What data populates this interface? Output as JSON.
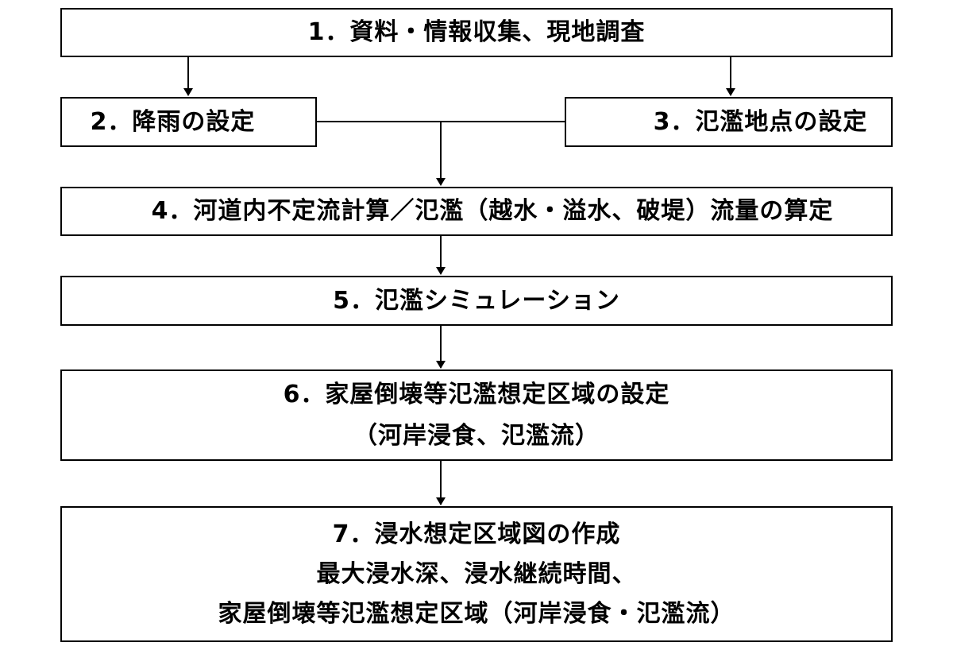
{
  "steps": [
    {
      "id": "1",
      "lines": [
        "1．資料・情報収集、現地調査"
      ]
    },
    {
      "id": "2",
      "lines": [
        "2．降雨の設定"
      ]
    },
    {
      "id": "3",
      "lines": [
        "3．氾濫地点の設定"
      ]
    },
    {
      "id": "4",
      "lines": [
        "4．河道内不定流計算／氾濫（越水・溢水、破堤）流量の算定"
      ]
    },
    {
      "id": "5",
      "lines": [
        "5．氾濫シミュレーション"
      ]
    },
    {
      "id": "6",
      "lines": [
        "6．家屋倒壊等氾濫想定区域の設定",
        "（河岸浸食、氾濫流）"
      ]
    },
    {
      "id": "7",
      "lines": [
        "7．浸水想定区域図の作成",
        "最大浸水深、浸水継続時間、",
        "家屋倒壊等氾濫想定区域（河岸浸食・氾濫流）"
      ]
    }
  ],
  "flows": [
    {
      "from": "1",
      "to": "2"
    },
    {
      "from": "1",
      "to": "3"
    },
    {
      "from": "2",
      "to": "4"
    },
    {
      "from": "3",
      "to": "4"
    },
    {
      "from": "4",
      "to": "5"
    },
    {
      "from": "5",
      "to": "6"
    },
    {
      "from": "6",
      "to": "7"
    }
  ],
  "colors": {
    "line": "#000000",
    "background": "#ffffff"
  }
}
